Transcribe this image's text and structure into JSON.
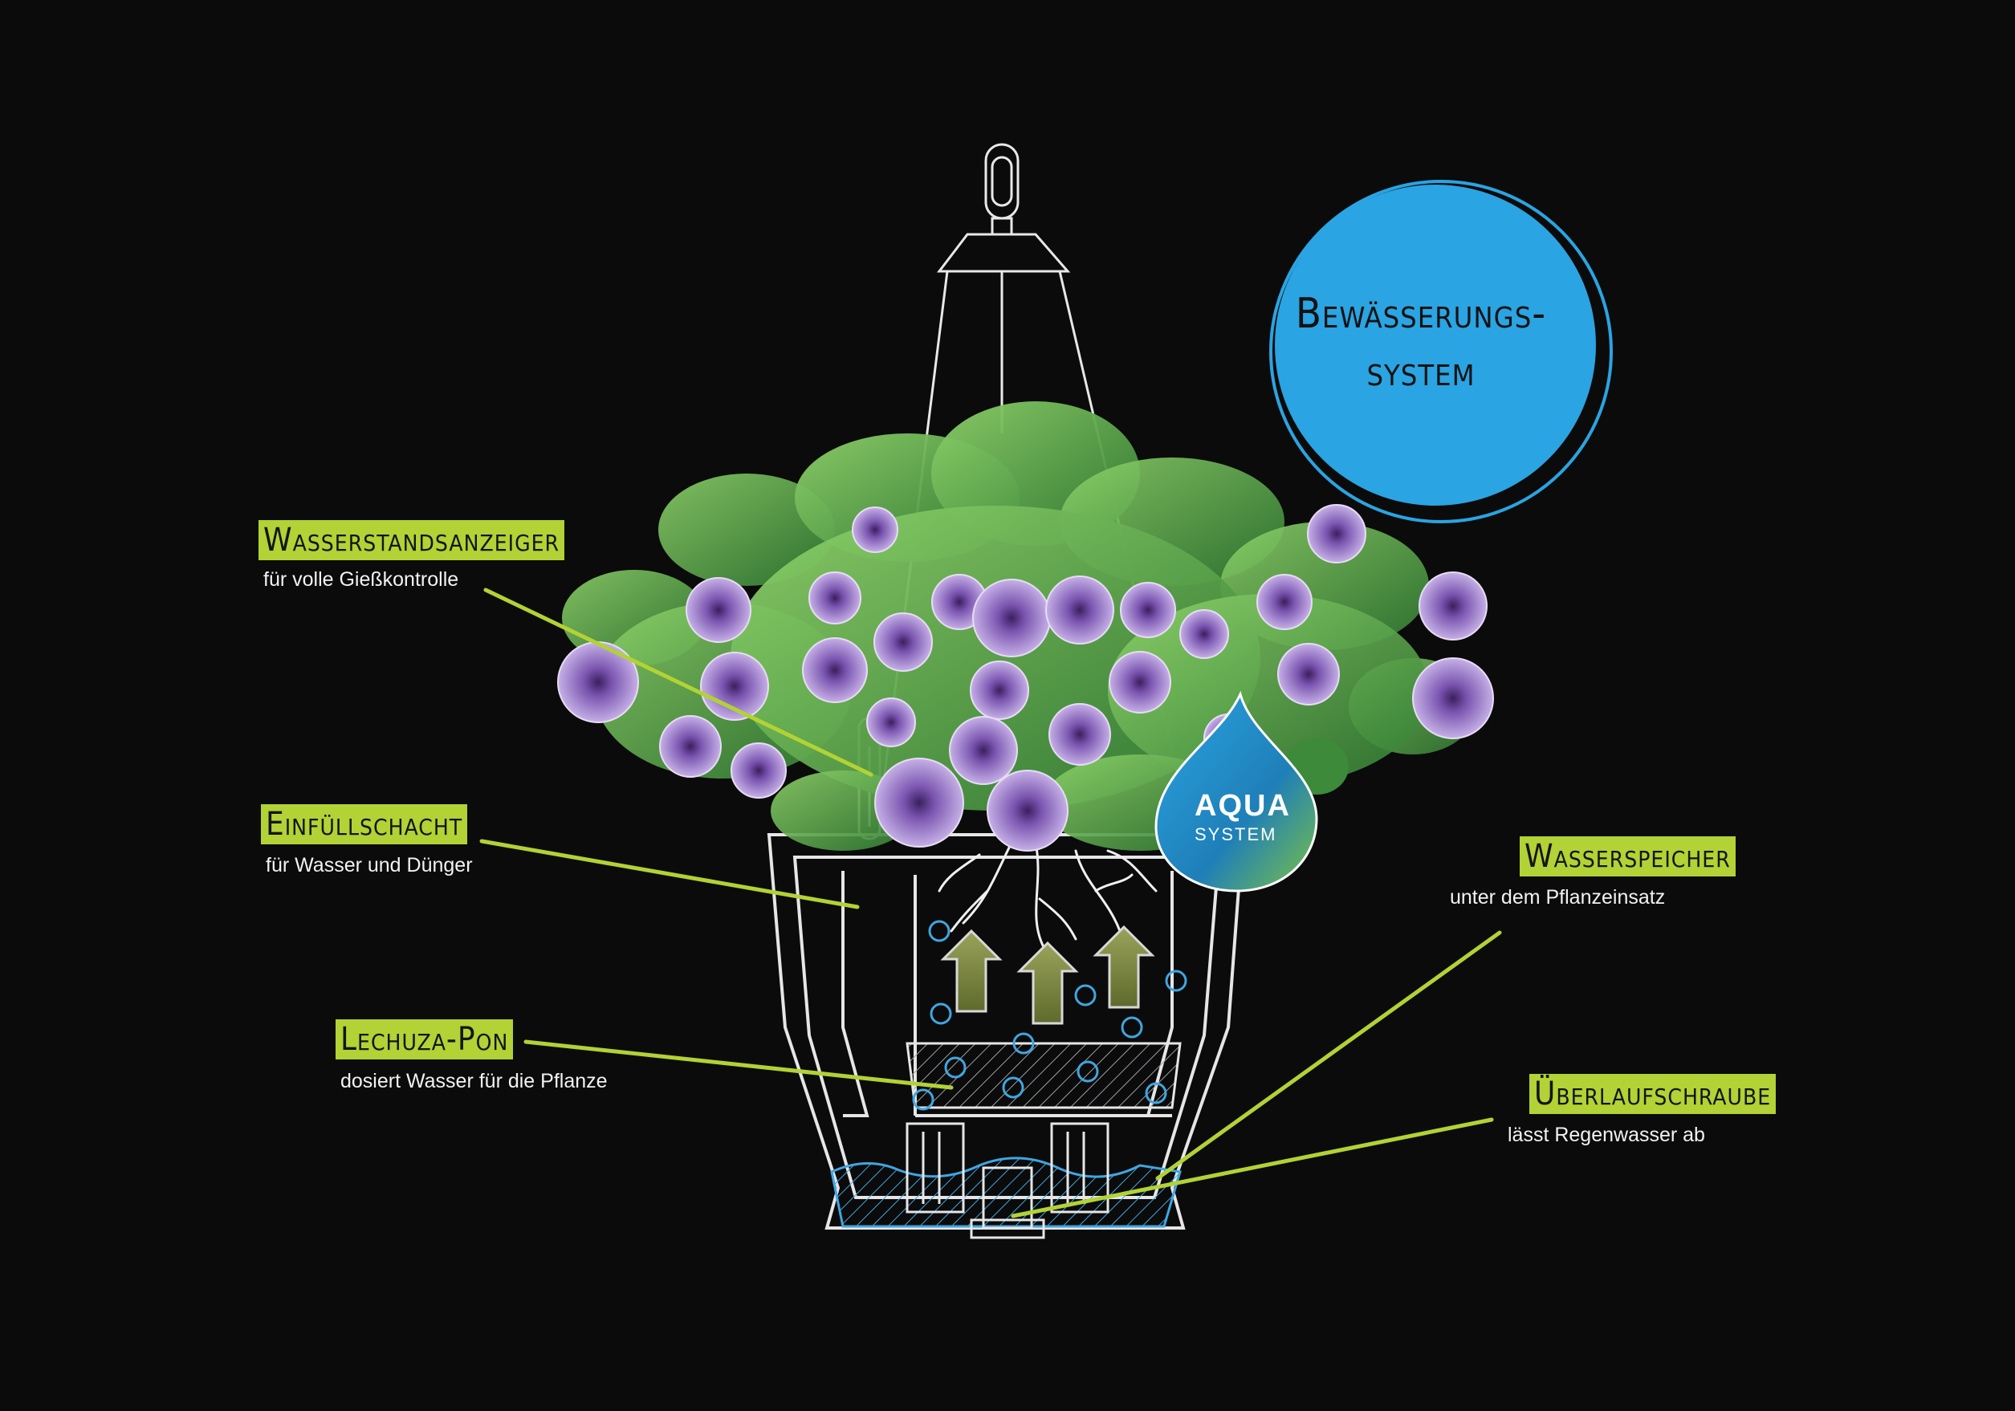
{
  "badge": {
    "line1": "Bewässerungs-",
    "line2": "system"
  },
  "logo": {
    "word1": "AQUA",
    "word2": "SYSTEM"
  },
  "callouts": [
    {
      "title": "Wasserstandsanzeiger",
      "text": "für volle Gießkontrolle"
    },
    {
      "title": "Einfüllschacht",
      "text": "für Wasser und Dünger"
    },
    {
      "title": "Lechuza-Pon",
      "text": "dosiert Wasser für die Pflanze"
    },
    {
      "title": "Wasserspeicher",
      "text": "unter dem Pflanzeinsatz"
    },
    {
      "title": "Überlaufschraube",
      "text": "lässt Regenwasser ab"
    }
  ],
  "colors": {
    "accent": "#b2d235",
    "badge": "#2aa4e2",
    "background": "#0b0b0b",
    "flower": "#9b7bc4"
  }
}
